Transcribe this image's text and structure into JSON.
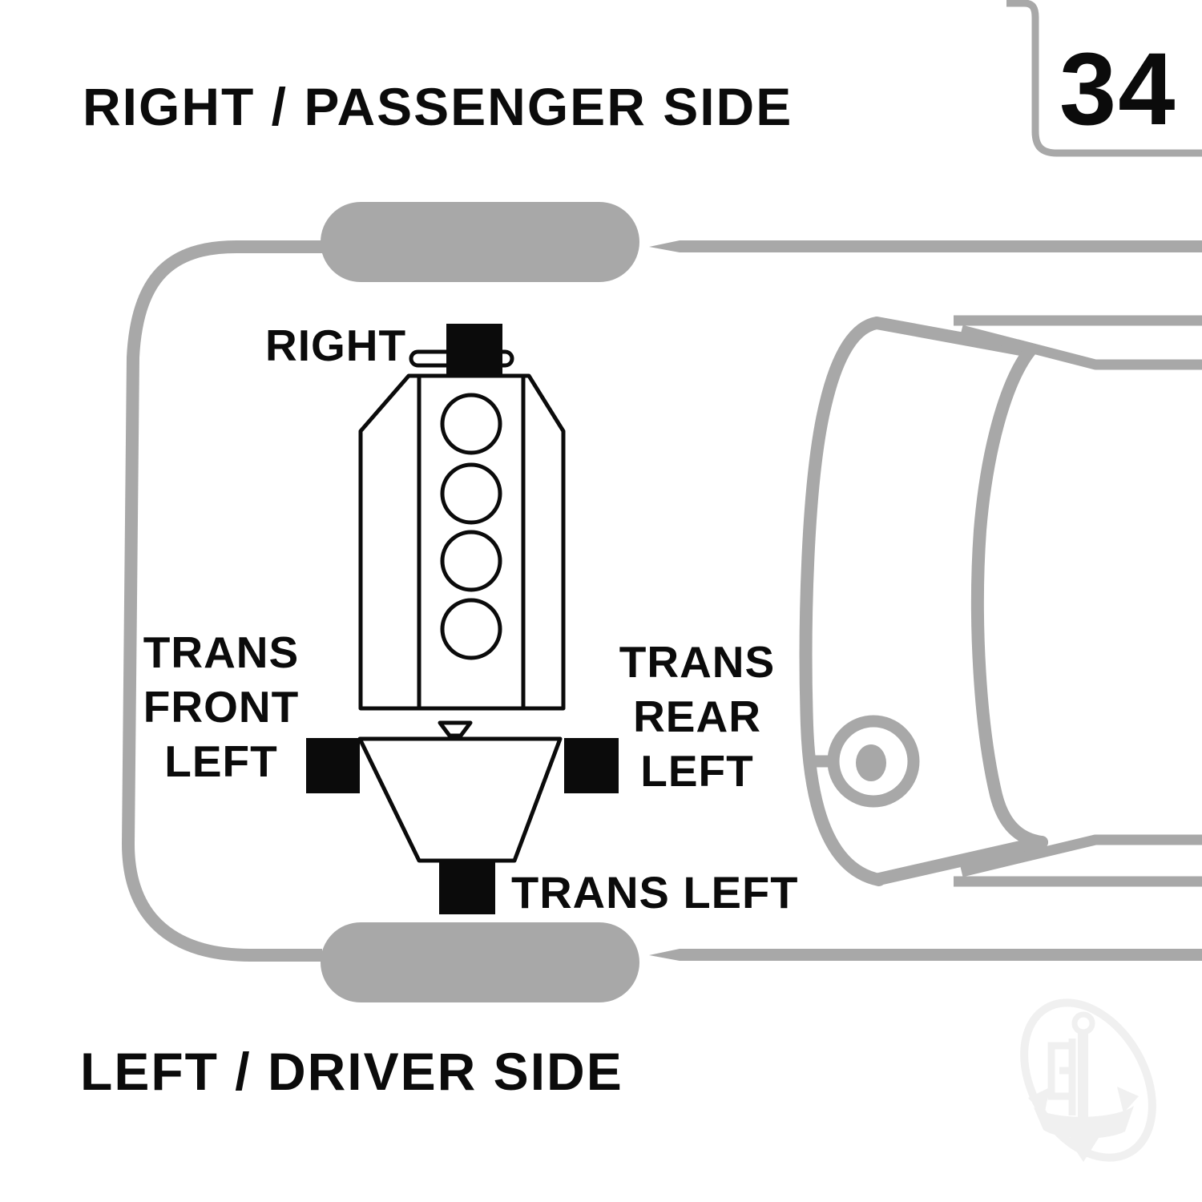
{
  "page": {
    "number": "34",
    "top_side_label": "RIGHT / PASSENGER SIDE",
    "bottom_side_label": "LEFT / DRIVER SIDE"
  },
  "engine_diagram": {
    "labels": {
      "right": "RIGHT",
      "trans_front_left": {
        "line1": "TRANS",
        "line2": "FRONT",
        "line3": "LEFT"
      },
      "trans_rear_left": {
        "line1": "TRANS",
        "line2": "REAR",
        "line3": "LEFT"
      },
      "trans_left": "TRANS LEFT"
    },
    "mount_positions": [
      "RIGHT",
      "TRANS FRONT LEFT",
      "TRANS REAR LEFT",
      "TRANS LEFT"
    ]
  },
  "colors": {
    "ink": "#0b0b0b",
    "car_outline": "#a8a8a8",
    "watermark": "#f0f0f0",
    "background": "#ffffff"
  }
}
